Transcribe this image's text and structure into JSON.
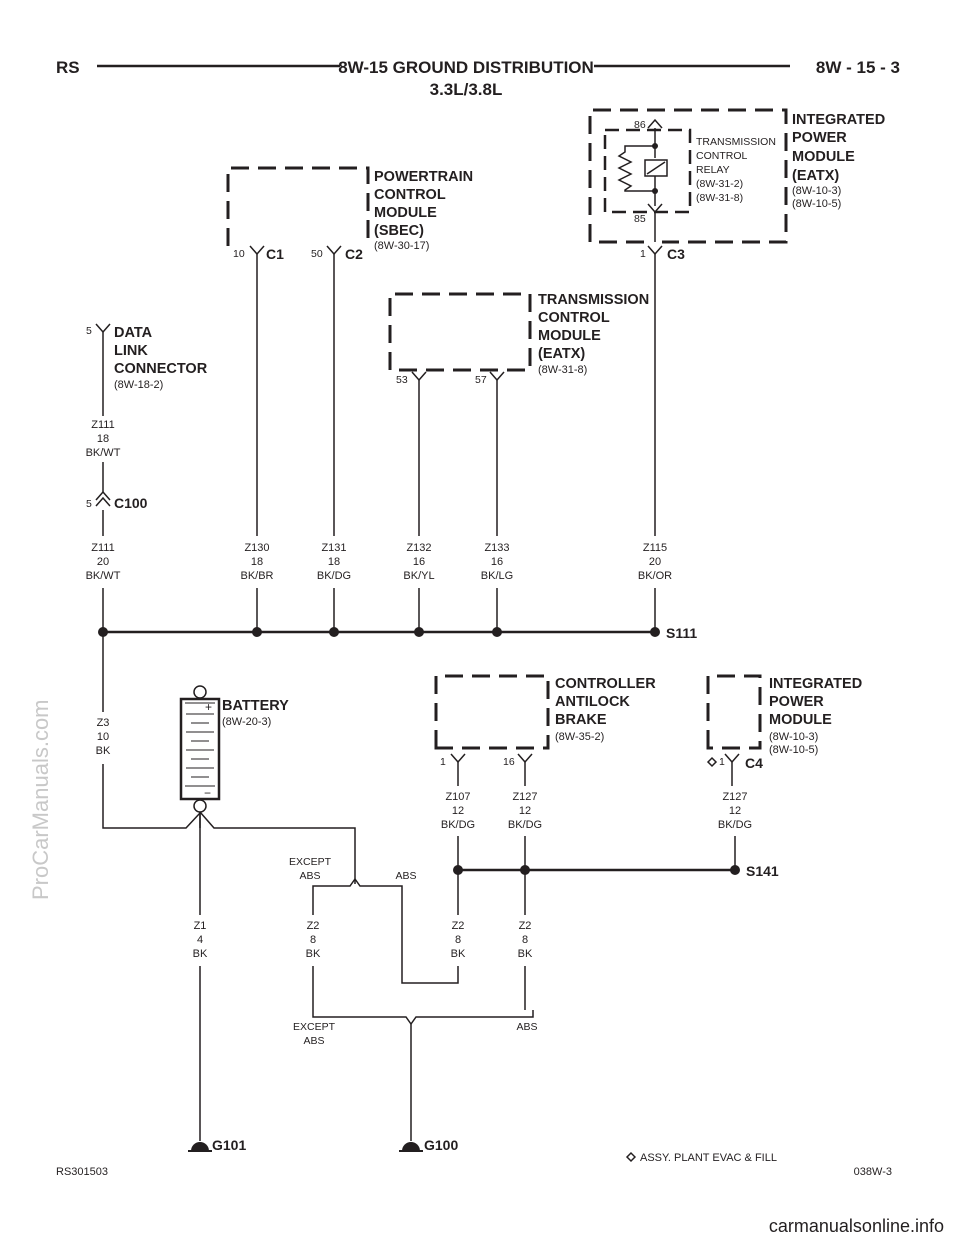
{
  "header": {
    "left": "RS",
    "title": "8W-15 GROUND DISTRIBUTION",
    "subtitle": "3.3L/3.8L",
    "right": "8W - 15 - 3"
  },
  "footer": {
    "left": "RS301503",
    "legend": "ASSY. PLANT EVAC & FILL",
    "right": "038W-3"
  },
  "watermarks": {
    "side": "ProCarManuals.com",
    "bottom": "carmanualsonline.info"
  },
  "components": {
    "ipm_top": {
      "lines": [
        "INTEGRATED",
        "POWER",
        "MODULE",
        "(EATX)"
      ],
      "refs": [
        "(8W-10-3)",
        "(8W-10-5)"
      ]
    },
    "relay": {
      "lines": [
        "TRANSMISSION",
        "CONTROL",
        "RELAY",
        "(8W-31-2)",
        "(8W-31-8)"
      ],
      "pin_top": "86",
      "pin_bottom": "85"
    },
    "pcm": {
      "lines": [
        "POWERTRAIN",
        "CONTROL",
        "MODULE",
        "(SBEC)"
      ],
      "refs": [
        "(8W-30-17)"
      ]
    },
    "tcm": {
      "lines": [
        "TRANSMISSION",
        "CONTROL",
        "MODULE",
        "(EATX)"
      ],
      "refs": [
        "(8W-31-8)"
      ]
    },
    "dlc": {
      "lines": [
        "DATA",
        "LINK",
        "CONNECTOR"
      ],
      "refs": [
        "(8W-18-2)"
      ]
    },
    "battery": {
      "name": "BATTERY",
      "ref": "(8W-20-3)"
    },
    "cab": {
      "lines": [
        "CONTROLLER",
        "ANTILOCK",
        "BRAKE"
      ],
      "refs": [
        "(8W-35-2)"
      ]
    },
    "ipm_bottom": {
      "lines": [
        "INTEGRATED",
        "POWER",
        "MODULE"
      ],
      "refs": [
        "(8W-10-3)",
        "(8W-10-5)"
      ]
    }
  },
  "connectors": {
    "pcm_c1": {
      "pin": "10",
      "name": "C1"
    },
    "pcm_c2": {
      "pin": "50",
      "name": "C2"
    },
    "ipm_c3": {
      "pin": "1",
      "name": "C3"
    },
    "tcm_p53": {
      "pin": "53"
    },
    "tcm_p57": {
      "pin": "57"
    },
    "dlc_p5": {
      "pin": "5"
    },
    "c100": {
      "pin": "5",
      "name": "C100"
    },
    "cab_p1": {
      "pin": "1"
    },
    "cab_p16": {
      "pin": "16"
    },
    "ipm_c4": {
      "pin": "1",
      "name": "C4"
    }
  },
  "wires": {
    "z111_18": [
      "Z111",
      "18",
      "BK/WT"
    ],
    "z111_20": [
      "Z111",
      "20",
      "BK/WT"
    ],
    "z130": [
      "Z130",
      "18",
      "BK/BR"
    ],
    "z131": [
      "Z131",
      "18",
      "BK/DG"
    ],
    "z132": [
      "Z132",
      "16",
      "BK/YL"
    ],
    "z133": [
      "Z133",
      "16",
      "BK/LG"
    ],
    "z115": [
      "Z115",
      "20",
      "BK/OR"
    ],
    "z3": [
      "Z3",
      "10",
      "BK"
    ],
    "z107": [
      "Z107",
      "12",
      "BK/DG"
    ],
    "z127a": [
      "Z127",
      "12",
      "BK/DG"
    ],
    "z127b": [
      "Z127",
      "12",
      "BK/DG"
    ],
    "z1": [
      "Z1",
      "4",
      "BK"
    ],
    "z2a": [
      "Z2",
      "8",
      "BK"
    ],
    "z2b": [
      "Z2",
      "8",
      "BK"
    ],
    "z2c": [
      "Z2",
      "8",
      "BK"
    ]
  },
  "splices": {
    "s111": "S111",
    "s141": "S141"
  },
  "grounds": {
    "g101": "G101",
    "g100": "G100"
  },
  "options": {
    "except_abs_top": [
      "EXCEPT",
      "ABS"
    ],
    "abs_top": "ABS",
    "except_abs_bottom": [
      "EXCEPT",
      "ABS"
    ],
    "abs_bottom": "ABS"
  },
  "battery_signs": {
    "plus": "+",
    "minus": "−"
  }
}
